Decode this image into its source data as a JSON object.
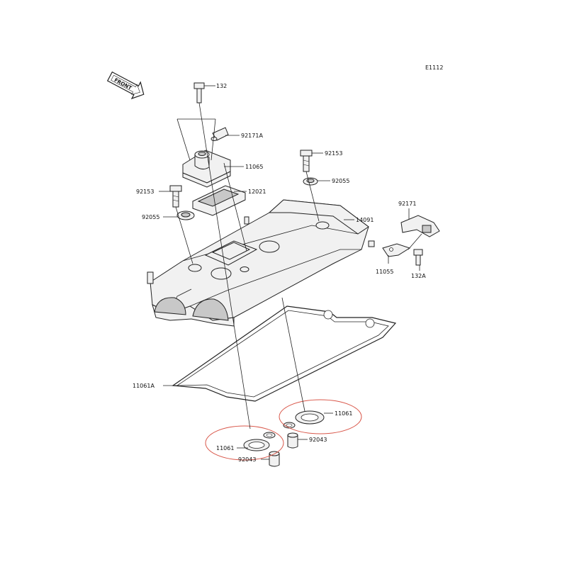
{
  "diagram": {
    "code": "E1112",
    "front_label": "FRONT",
    "accent_color": "#d9574a",
    "parts": {
      "bolt_132": "132",
      "clamp_92171A": "92171A",
      "plate_11065": "11065",
      "bolt_92153_right": "92153",
      "grommet_92055_right": "92055",
      "bolt_92153_left": "92153",
      "plate_12021": "12021",
      "grommet_92055_left": "92055",
      "cover_14091": "14091",
      "clamp_92171": "92171",
      "bracket_11055": "11055",
      "bolt_132A": "132A",
      "gasket_11061A": "11061A",
      "gasket_11061_right": "11061",
      "gasket_11061_left": "11061",
      "dowel_92043_right": "92043",
      "dowel_92043_left": "92043"
    }
  }
}
